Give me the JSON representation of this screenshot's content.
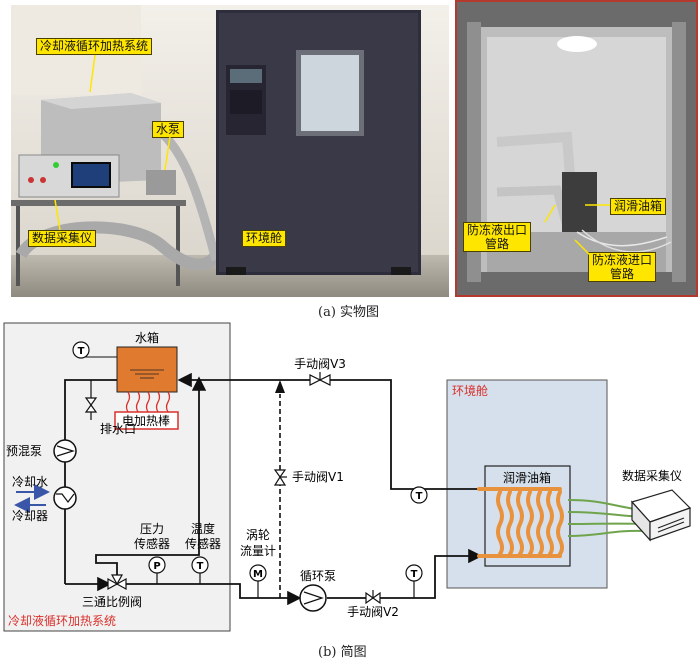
{
  "photo_panel": {
    "labels": {
      "coolant_system": "冷却液循环加热系统",
      "water_pump": "水泵",
      "daq": "数据采集仪",
      "chamber": "环境舱",
      "oil_tank": "润滑油箱",
      "outlet_line": [
        "防冻液出口",
        "管路"
      ],
      "inlet_line": [
        "防冻液进口",
        "管路"
      ]
    },
    "caption": "(a)  实物图"
  },
  "schematic": {
    "system_box_label": "冷却液循环加热系统",
    "water_tank": "水箱",
    "heater": "电加热棒",
    "drain": "排水口",
    "premix_pump": "预混泵",
    "cooling_water": "冷却水",
    "cooler": "冷却器",
    "pressure_sensor": [
      "压力",
      "传感器"
    ],
    "temperature_sensor": [
      "温度",
      "传感器"
    ],
    "three_way_valve": "三通比例阀",
    "turbine_flowmeter": [
      "涡轮",
      "流量计"
    ],
    "circulation_pump": "循环泵",
    "valve_v1": "手动阀V1",
    "valve_v2": "手动阀V2",
    "valve_v3": "手动阀V3",
    "chamber": "环境舱",
    "oil_tank": "润滑油箱",
    "daq": "数据采集仪",
    "sym_t": "T",
    "sym_p": "P",
    "sym_m": "M"
  },
  "caption_b": "(b)  简图",
  "colors": {
    "system_box_fill": "#f1f1f1",
    "chamber_fill": "#d6e0ec",
    "tank_fill": "#e07a2e",
    "heater_red": "#d9302b",
    "coil_orange": "#e9923d",
    "signal_green": "#6fa44d",
    "label_yellow": "#ffe600"
  }
}
